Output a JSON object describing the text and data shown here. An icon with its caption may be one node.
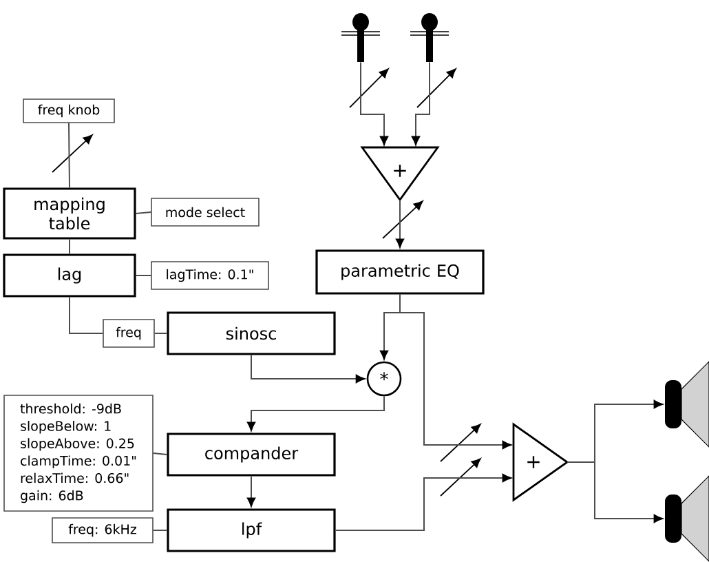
{
  "diagram": {
    "nodes": [
      {
        "text": [
          "freq knob"
        ]
      },
      {
        "text": [
          "mapping table"
        ]
      },
      {
        "text": [
          "mode select"
        ]
      },
      {
        "text": [
          "lag"
        ]
      },
      {
        "text": [
          "lagTime: 0.1\""
        ]
      },
      {
        "text": [
          "freq"
        ]
      },
      {
        "text": [
          "sinosc"
        ]
      },
      {
        "text": [],
        "shape": "microphone"
      },
      {
        "text": [],
        "shape": "microphone"
      },
      {
        "text": [
          "+"
        ]
      },
      {
        "text": [
          "parametric EQ"
        ]
      },
      {
        "text": [
          "*"
        ]
      },
      {
        "text": [
          "threshold: -9dB",
          "slopeBelow: 1",
          "slopeAbove: 0.25",
          "clampTime: 0.01\"",
          "relaxTime: 0.66\"",
          "gain: 6dB"
        ]
      },
      {
        "text": [
          "compander"
        ]
      },
      {
        "text": [
          "freq: 6kHz"
        ]
      },
      {
        "text": [
          "lpf"
        ]
      },
      {
        "text": [
          "+"
        ]
      },
      {
        "text": [],
        "shape": "speaker"
      },
      {
        "text": [],
        "shape": "speaker"
      }
    ],
    "edges": [
      {
        "from": 0,
        "to": 1,
        "arrow": "none"
      },
      {
        "from": 2,
        "to": 1,
        "arrow": "none"
      },
      {
        "from": 1,
        "to": 3,
        "arrow": "none"
      },
      {
        "from": 4,
        "to": 3,
        "arrow": "none"
      },
      {
        "from": 3,
        "to": 5,
        "arrow": "none"
      },
      {
        "from": 5,
        "to": 6,
        "arrow": "none"
      },
      {
        "from": 6,
        "to": 11,
        "arrow": "to"
      },
      {
        "from": 7,
        "to": 9,
        "arrow": "to"
      },
      {
        "from": 8,
        "to": 9,
        "arrow": "to"
      },
      {
        "from": 9,
        "to": 10,
        "arrow": "to"
      },
      {
        "from": 10,
        "to": 11,
        "arrow": "to"
      },
      {
        "from": 10,
        "to": 16,
        "arrow": "to"
      },
      {
        "from": 11,
        "to": 13,
        "arrow": "to"
      },
      {
        "from": 12,
        "to": 13,
        "arrow": "none"
      },
      {
        "from": 13,
        "to": 15,
        "arrow": "to"
      },
      {
        "from": 14,
        "to": 15,
        "arrow": "none"
      },
      {
        "from": 15,
        "to": 16,
        "arrow": "to"
      },
      {
        "from": 16,
        "to": 17,
        "arrow": "to"
      },
      {
        "from": 16,
        "to": 18,
        "arrow": "to"
      }
    ]
  }
}
